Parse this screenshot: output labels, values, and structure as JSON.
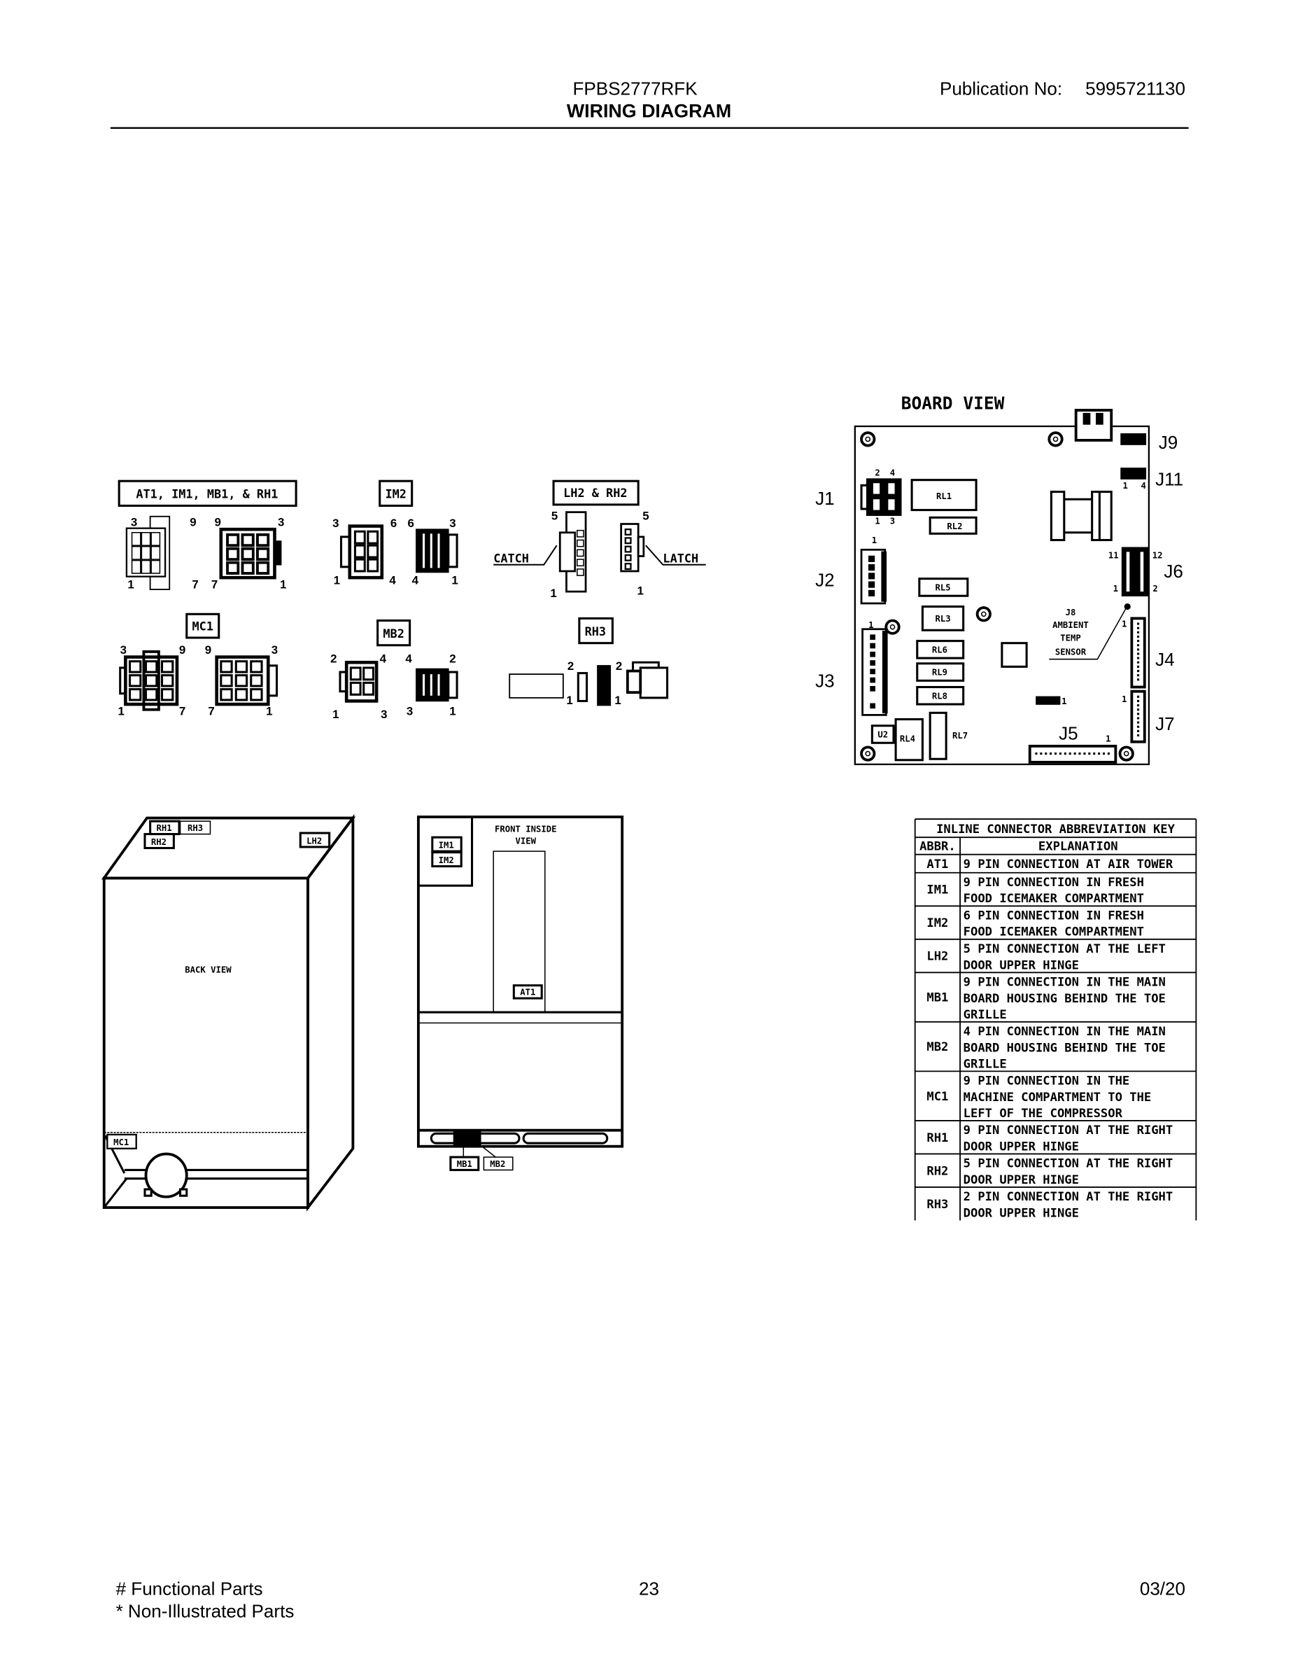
{
  "header": {
    "model": "FPBS2777RFK",
    "title": "WIRING DIAGRAM",
    "publication_label": "Publication No:",
    "publication_number": "5995721130"
  },
  "connectors": {
    "at1_group": {
      "label": "AT1, IM1, MB1, & RH1",
      "pins": [
        "3",
        "9",
        "9",
        "3",
        "1",
        "7",
        "7",
        "1"
      ]
    },
    "im2": {
      "label": "IM2",
      "pins": [
        "3",
        "6",
        "6",
        "3",
        "1",
        "4",
        "4",
        "1"
      ]
    },
    "lh2_rh2": {
      "label": "LH2 & RH2",
      "pins": [
        "5",
        "5",
        "1",
        "1"
      ],
      "catch": "CATCH",
      "latch": "LATCH"
    },
    "mc1": {
      "label": "MC1",
      "pins": [
        "3",
        "9",
        "9",
        "3",
        "1",
        "7",
        "7",
        "1"
      ]
    },
    "mb2": {
      "label": "MB2",
      "pins": [
        "2",
        "4",
        "4",
        "2",
        "1",
        "3",
        "3",
        "1"
      ]
    },
    "rh3": {
      "label": "RH3",
      "pins": [
        "2",
        "1",
        "2",
        "1"
      ]
    }
  },
  "back_view": {
    "title": "BACK VIEW",
    "labels": {
      "rh1": "RH1",
      "rh3": "RH3",
      "rh2": "RH2",
      "lh2": "LH2",
      "mc1": "MC1"
    }
  },
  "front_view": {
    "title_line1": "FRONT INSIDE",
    "title_line2": "VIEW",
    "labels": {
      "im1": "IM1",
      "im2": "IM2",
      "at1": "AT1",
      "mb1": "MB1",
      "mb2": "MB2"
    }
  },
  "board": {
    "title": "BOARD VIEW",
    "jacks": {
      "j1": "J1",
      "j2": "J2",
      "j3": "J3",
      "j4": "J4",
      "j5": "J5",
      "j6": "J6",
      "j7": "J7",
      "j9": "J9",
      "j11": "J11"
    },
    "relays": {
      "rl1": "RL1",
      "rl2": "RL2",
      "rl3": "RL3",
      "rl4": "RL4",
      "rl5": "RL5",
      "rl6": "RL6",
      "rl7": "RL7",
      "rl8": "RL8",
      "rl9": "RL9"
    },
    "u2": "U2",
    "sensor": [
      "J8",
      "AMBIENT",
      "TEMP",
      "SENSOR"
    ],
    "pins": {
      "j1_top": [
        "2",
        "4"
      ],
      "j1_bottom": [
        "1",
        "3"
      ],
      "j11": [
        "1",
        "4"
      ],
      "j6": [
        "11",
        "12",
        "1",
        "2"
      ],
      "j2": "1",
      "j3": "1",
      "j4": "1",
      "j7": "1",
      "j5": "1",
      "small": "1"
    }
  },
  "abbreviation_table": {
    "title": "INLINE CONNECTOR ABBREVIATION KEY",
    "columns": [
      "ABBR.",
      "EXPLANATION"
    ],
    "rows": [
      {
        "abbr": "AT1",
        "lines": [
          "9 PIN CONNECTION AT AIR TOWER"
        ]
      },
      {
        "abbr": "IM1",
        "lines": [
          "9 PIN CONNECTION IN FRESH",
          "FOOD ICEMAKER COMPARTMENT"
        ]
      },
      {
        "abbr": "IM2",
        "lines": [
          "6 PIN CONNECTION IN FRESH",
          "FOOD ICEMAKER COMPARTMENT"
        ]
      },
      {
        "abbr": "LH2",
        "lines": [
          "5 PIN CONNECTION AT THE LEFT",
          "DOOR UPPER HINGE"
        ]
      },
      {
        "abbr": "MB1",
        "lines": [
          "9 PIN CONNECTION IN THE MAIN",
          "BOARD HOUSING BEHIND THE TOE",
          "GRILLE"
        ]
      },
      {
        "abbr": "MB2",
        "lines": [
          "4 PIN CONNECTION IN THE MAIN",
          "BOARD HOUSING BEHIND THE TOE",
          "GRILLE"
        ]
      },
      {
        "abbr": "MC1",
        "lines": [
          "9 PIN CONNECTION IN THE",
          "MACHINE COMPARTMENT TO THE",
          "LEFT OF THE COMPRESSOR"
        ]
      },
      {
        "abbr": "RH1",
        "lines": [
          "9 PIN CONNECTION AT THE RIGHT",
          "DOOR UPPER HINGE"
        ]
      },
      {
        "abbr": "RH2",
        "lines": [
          "5 PIN CONNECTION AT THE RIGHT",
          "DOOR UPPER HINGE"
        ]
      },
      {
        "abbr": "RH3",
        "lines": [
          "2 PIN CONNECTION AT THE RIGHT",
          "DOOR UPPER HINGE"
        ]
      }
    ]
  },
  "footer": {
    "functional": "# Functional Parts",
    "non_illustrated": "* Non-Illustrated Parts",
    "page": "23",
    "date": "03/20"
  }
}
